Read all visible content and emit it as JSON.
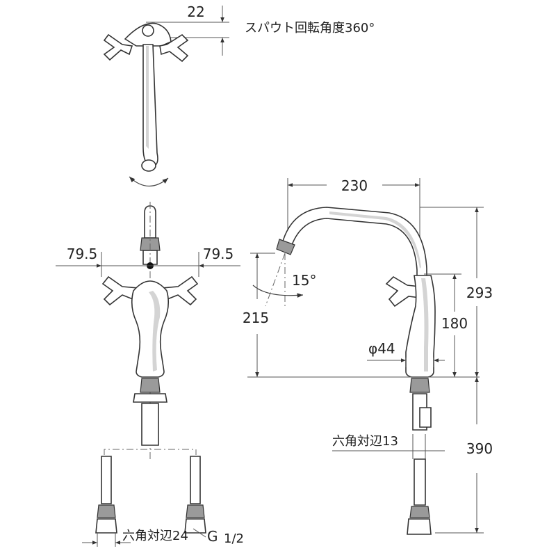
{
  "top_view": {
    "dim_spout_offset": "22",
    "rotation_note": "スパウト回転角度360°"
  },
  "front_view": {
    "dim_left_handle": "79.5",
    "dim_right_handle": "79.5",
    "hex_note": "六角対辺24",
    "thread_note": "G",
    "thread_fraction": "1/2"
  },
  "side_view": {
    "dim_spout_reach": "230",
    "dim_total_height": "293",
    "dim_spout_height": "215",
    "dim_handle_height": "180",
    "angle_label": "15°",
    "dim_base_diameter": "φ44",
    "hex_note": "六角対辺13",
    "dim_pipe_length": "390"
  }
}
